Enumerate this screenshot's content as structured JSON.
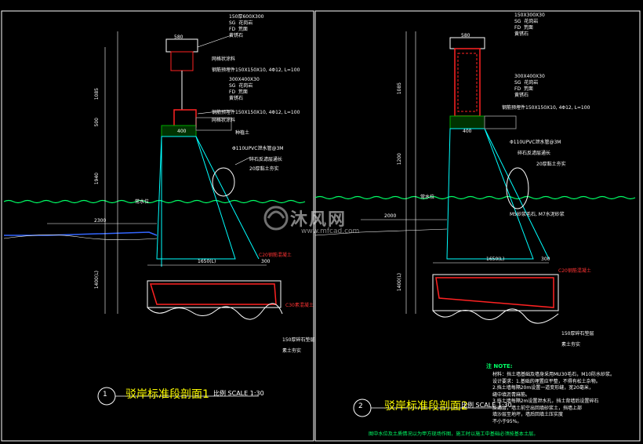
{
  "title_left": "驳岸标准段剖面1",
  "title_right": "驳岸标准段剖面2",
  "scale_left": "比例 SCALE 1:30",
  "scale_right": "比例 SCALE 1:30",
  "sheet_no_left": "1",
  "sheet_no_right": "2",
  "watermark_text": "沐风网",
  "watermark_url": "www.mfcad.com",
  "dims_left": {
    "top": "580",
    "col_a": "1085",
    "col_b": "500",
    "col_c": "1940",
    "horiz": "2300",
    "bottom": "1400(L)",
    "base": "1650(L)",
    "base_off": "300",
    "small": "400"
  },
  "dims_right": {
    "top": "580",
    "col_a": "1085",
    "col_b": "1200",
    "horiz": "2000",
    "bottom": "1400(L)",
    "base": "1650(L)",
    "base_off": "300",
    "small": "400"
  },
  "labels_left": [
    "150厚600X300",
    "SG",
    "花岗岩",
    "FD",
    "荒面",
    "黄锈石",
    "网格状涂料",
    "钢筋预埋件150X150X10, 4Φ12, L=100",
    "300X400X30",
    "SG",
    "花岗岩",
    "FD",
    "荒面",
    "黄锈石",
    "钢筋预埋件150X150X10, 4Φ12, L=100",
    "网格状涂料",
    "种植土",
    "Φ110UPVC泄水管@3M",
    "碎石反滤层通长",
    "20厚黏土夯实",
    "常水位",
    "C20钢筋混凝土",
    "150厚碎石垫层",
    "素土夯实",
    "C30素混凝土"
  ],
  "labels_right": [
    "150X300X30",
    "SG",
    "花岗岩",
    "FD",
    "荒面",
    "黄锈石",
    "300X400X30",
    "SG",
    "花岗岩",
    "FD",
    "荒面",
    "黄锈石",
    "钢筋预埋件150X150X10, 4Φ12, L=100",
    "Φ110UPVC泄水管@3M",
    "碎石反滤层通长",
    "20厚黏土夯实",
    "常水位",
    "M5砂浆毛石, M7水泥砂浆",
    "C20钢筋混凝土",
    "150厚碎石垫层",
    "素土夯实"
  ],
  "notes_title": "注 NOTE:",
  "notes": [
    "材料：挡土墙基础及墙身采用MU30毛石，M10防水砂浆。",
    "设计要求：1.基础的埋置应平整，不得有松土杂物。",
    "2.挡土墙每隔20m设置一道变形缝，宽20毫米，",
    "缝中填沥青麻筋。",
    "3.挡土墙每隔2m设置泄水孔，挡土背墙后设置碎石",
    "反滤层，墙土前空出回填砂浆土，挡墙上部",
    "填沙层至地坪，墙后回填土压实度",
    "不小于95%。"
  ],
  "footer": "图中水位及土质情况以为甲方现场作图，施工时以施工中基础必须按基本土层。"
}
